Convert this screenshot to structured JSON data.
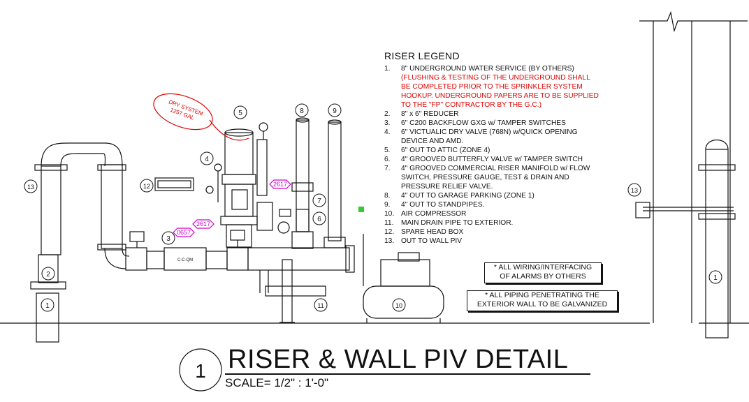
{
  "legend": {
    "heading": "RISER LEGEND",
    "items": [
      {
        "n": "1.",
        "lines": [
          "8\" UNDERGROUND WATER SERVICE (BY OTHERS)"
        ],
        "red_lines": [
          "(FLUSHING & TESTING OF THE UNDERGROUND SHALL",
          "BE COMPLETED PRIOR TO THE SPRINKLER SYSTEM",
          "HOOKUP. UNDERGROUND PAPERS ARE TO BE SUPPLIED",
          "TO THE \"FP\" CONTRACTOR BY THE G.C.)"
        ]
      },
      {
        "n": "2.",
        "lines": [
          "8\" x 6\" REDUCER"
        ]
      },
      {
        "n": "3.",
        "lines": [
          "6\" C200 BACKFLOW GXG w/ TAMPER SWITCHES"
        ]
      },
      {
        "n": "4.",
        "lines": [
          "6\" VICTUALIC DRY VALVE (768N) w/QUICK OPENING",
          "DEVICE AND AMD."
        ]
      },
      {
        "n": "5.",
        "lines": [
          "6\" OUT TO ATTIC (ZONE 4)"
        ]
      },
      {
        "n": "6.",
        "lines": [
          "4\" GROOVED BUTTERFLY VALVE w/ TAMPER SWITCH"
        ]
      },
      {
        "n": "7.",
        "lines": [
          "4\" GROOVED COMMERCIAL RISER MANIFOLD w/ FLOW",
          "SWITCH, PRESSURE GAUGE, TEST & DRAIN AND",
          "PRESSURE RELIEF VALVE."
        ]
      },
      {
        "n": "8.",
        "lines": [
          "4\" OUT TO GARAGE PARKING (ZONE 1)"
        ]
      },
      {
        "n": "9.",
        "lines": [
          "4\" OUT TO STANDPIPES."
        ]
      },
      {
        "n": "10.",
        "lines": [
          "AIR COMPRESSOR"
        ]
      },
      {
        "n": "11.",
        "lines": [
          "MAIN DRAIN PIPE TO EXTERIOR."
        ]
      },
      {
        "n": "12.",
        "lines": [
          "SPARE HEAD BOX"
        ]
      },
      {
        "n": "13.",
        "lines": [
          "OUT TO WALL PIV"
        ]
      }
    ]
  },
  "notes": {
    "wiring": [
      "* ALL WIRING/INTERFACING",
      "OF ALARMS BY OTHERS"
    ],
    "piping": [
      "* ALL PIPING PENETRATING THE",
      "EXTERIOR WALL TO BE GALVANIZED"
    ]
  },
  "title": {
    "number": "1",
    "text": "RISER & WALL PIV DETAIL",
    "scale": "SCALE= 1/2\" : 1'-0\""
  },
  "callouts": {
    "dry_system": [
      "DRY SYSTEM",
      "1257 GAL"
    ],
    "tag_a": "2617",
    "tag_b": "2617",
    "tag_c": "0657",
    "backflow_label": "C-C-QM"
  },
  "markers": [
    "1",
    "2",
    "3",
    "4",
    "5",
    "6",
    "7",
    "8",
    "9",
    "10",
    "11",
    "12",
    "13",
    "13",
    "1"
  ],
  "colors": {
    "line": "#111111",
    "note_red": "#e00000",
    "tag": "#d000d0",
    "accent_green": "#33cc33"
  }
}
